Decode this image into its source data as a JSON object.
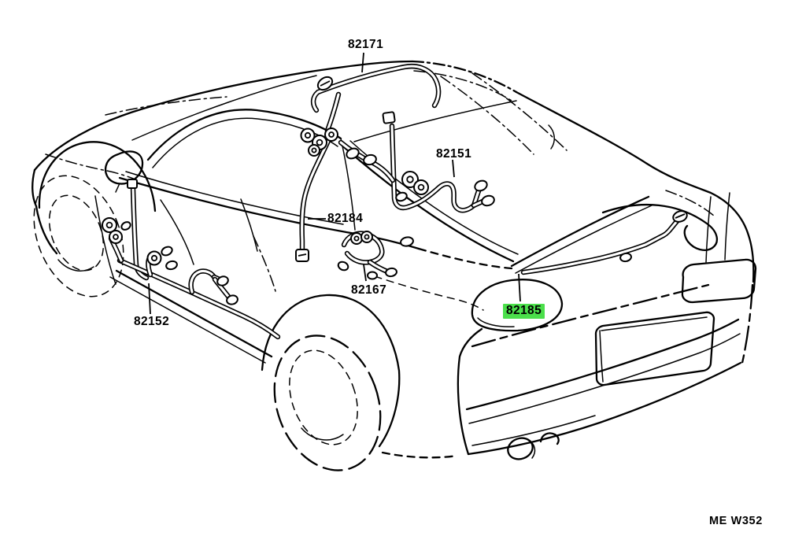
{
  "diagram": {
    "background_color": "#ffffff",
    "line_color": "#000000",
    "highlight_color": "#4bdf4b",
    "drawing_code": "ME W352",
    "labels": [
      {
        "part_number": "82171",
        "highlighted": false
      },
      {
        "part_number": "82151",
        "highlighted": false
      },
      {
        "part_number": "82184",
        "highlighted": false
      },
      {
        "part_number": "82167",
        "highlighted": false
      },
      {
        "part_number": "82152",
        "highlighted": false
      },
      {
        "part_number": "82185",
        "highlighted": true
      }
    ]
  }
}
